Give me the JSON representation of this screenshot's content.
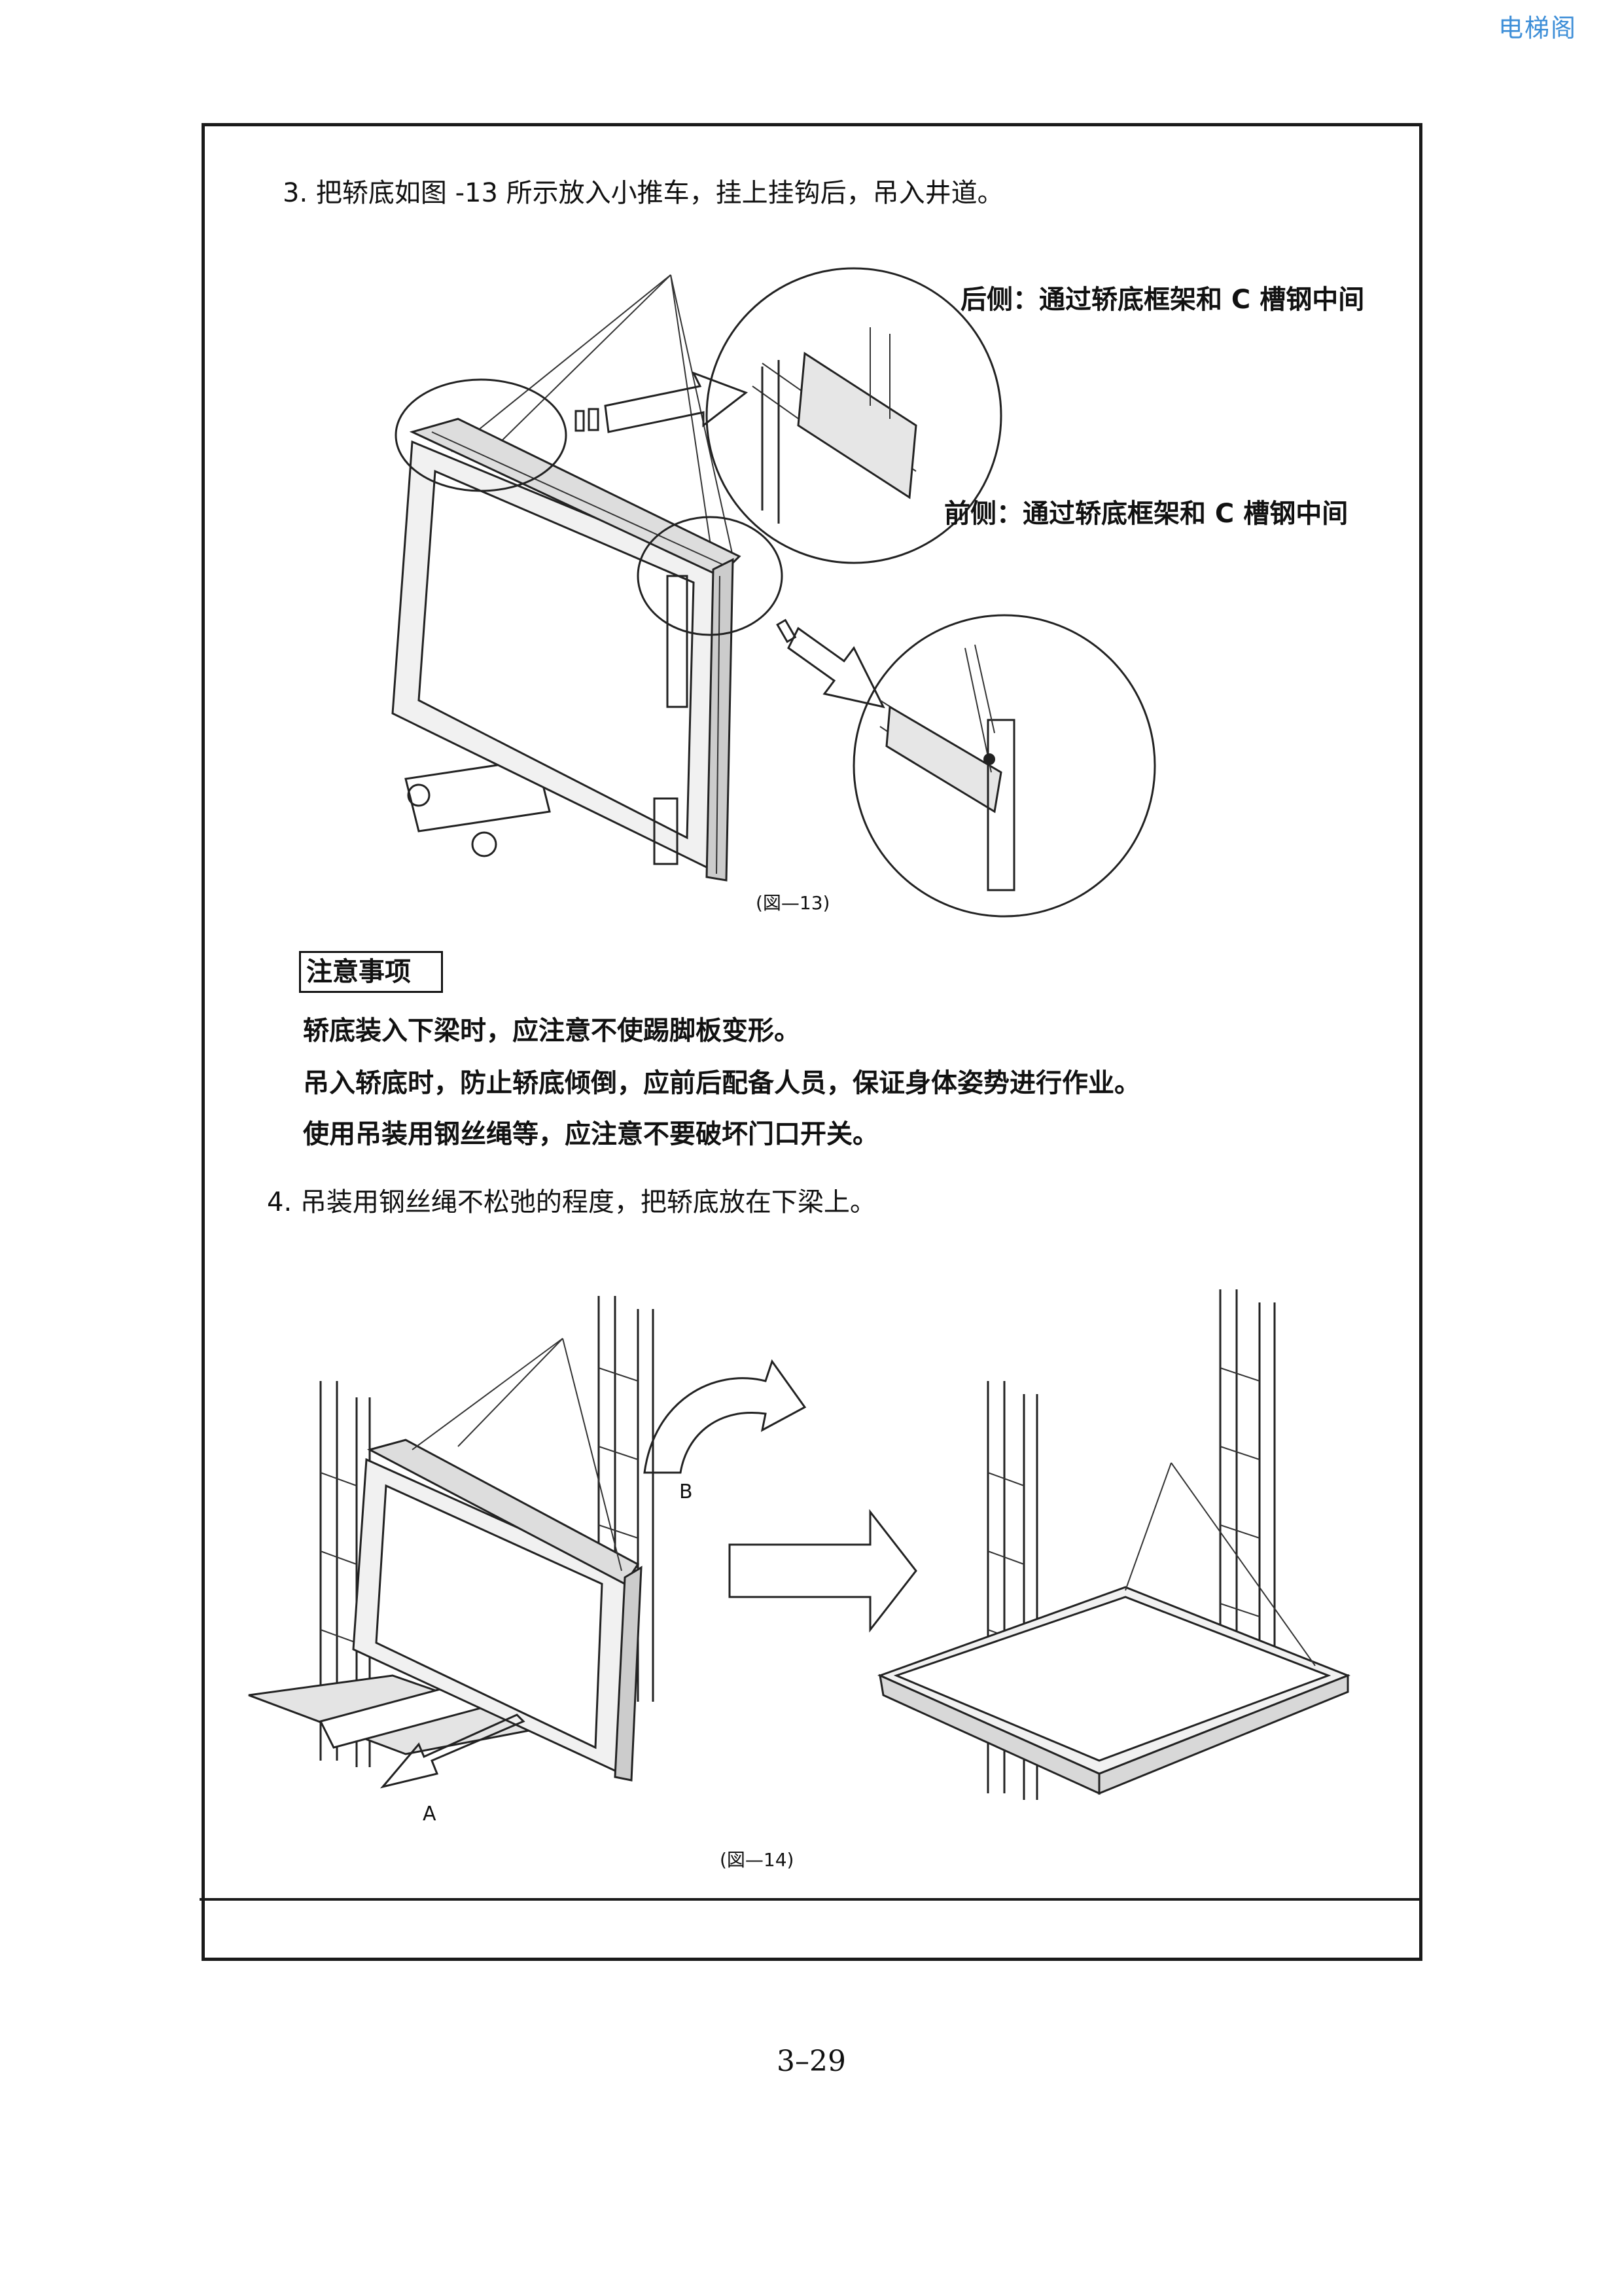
{
  "watermark": "电梯阁",
  "step3": "3. 把轿底如图 -13 所示放入小推车，挂上挂钩后，吊入井道。",
  "fig13": {
    "label_rear": "后侧：通过轿底框架和 C 槽钢中间",
    "label_front": "前侧：通过轿底框架和 C 槽钢中间",
    "caption": "(図—13)"
  },
  "notes": {
    "title": "注意事项",
    "items": [
      "轿底装入下梁时，应注意不使踢脚板变形。",
      "吊入轿底时，防止轿底倾倒，应前后配备人员，保证身体姿势进行作业。",
      "使用吊装用钢丝绳等，应注意不要破坏门口开关。"
    ]
  },
  "step4": "4. 吊装用钢丝绳不松弛的程度，把轿底放在下梁上。",
  "fig14": {
    "label_b": "B",
    "label_a": "A",
    "caption": "(図—14)"
  },
  "page_number": "3–29"
}
